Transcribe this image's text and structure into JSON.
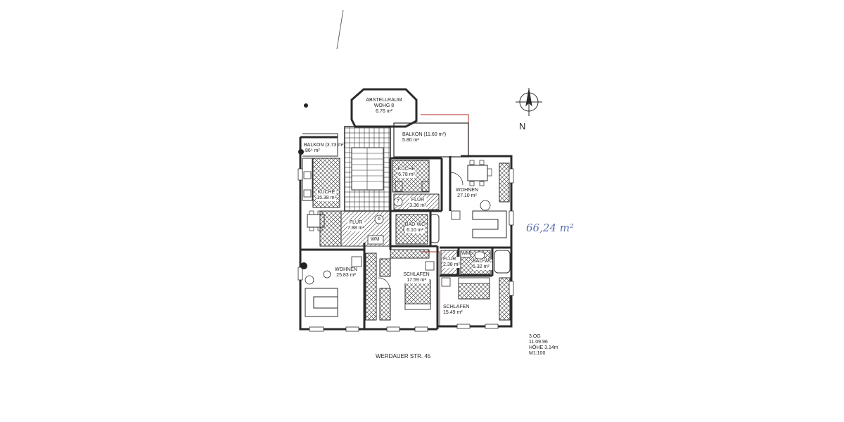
{
  "rooms": [
    {
      "id": "abstellraum",
      "name": "ABSTELLRAUM",
      "sub": "WOHG 8",
      "area": "6.76 m²"
    },
    {
      "id": "balkon-large",
      "name": "BALKON (11.60 m²)",
      "area": "5.80 m²"
    },
    {
      "id": "balkon-small",
      "name": "BALKON (3.73 m²)",
      "area": ".86⁵ m²"
    },
    {
      "id": "kueche-left",
      "name": "KÜCHE",
      "area": "15.38 m²"
    },
    {
      "id": "kueche-mid",
      "name": "KÜCHE",
      "area": "6.78 m²"
    },
    {
      "id": "wohnen-right",
      "name": "WOHNEN",
      "area": "27.10 m²"
    },
    {
      "id": "flur-mid",
      "name": "FLUR",
      "area": "3.36 m²"
    },
    {
      "id": "flur-left",
      "name": "FLUR",
      "area": "7.88 m²"
    },
    {
      "id": "bad-mid",
      "name": "BAD-WC",
      "area": "6.10 m²"
    },
    {
      "id": "wohnen-left",
      "name": "WOHNEN",
      "area": "25.83 m²"
    },
    {
      "id": "schlafen-mid",
      "name": "SCHLAFEN",
      "area": "17.59 m²"
    },
    {
      "id": "flur-right",
      "name": "FLUR",
      "area": "2.38 m²"
    },
    {
      "id": "bad-right",
      "name": "BAD-WC",
      "area": "5.32 m²"
    },
    {
      "id": "schlafen-right",
      "name": "SCHLAFEN",
      "area": "15.49 m²"
    }
  ],
  "unit_numbers": [
    "6",
    "7"
  ],
  "fixtures": {
    "wm_mid": "WM",
    "wm_right": "WM"
  },
  "street": "WERDAUER STR. 45",
  "drawing_info": {
    "floor": "3.OG",
    "date": "11.09.96",
    "height": "HÖHE 3,14m",
    "scale": "M1:100"
  },
  "handwritten_note": "66,24 m²",
  "north_label": "N",
  "colors": {
    "line": "#2b2b2b",
    "outline_red": "#c0504d",
    "note_blue": "#5a6fb0"
  }
}
